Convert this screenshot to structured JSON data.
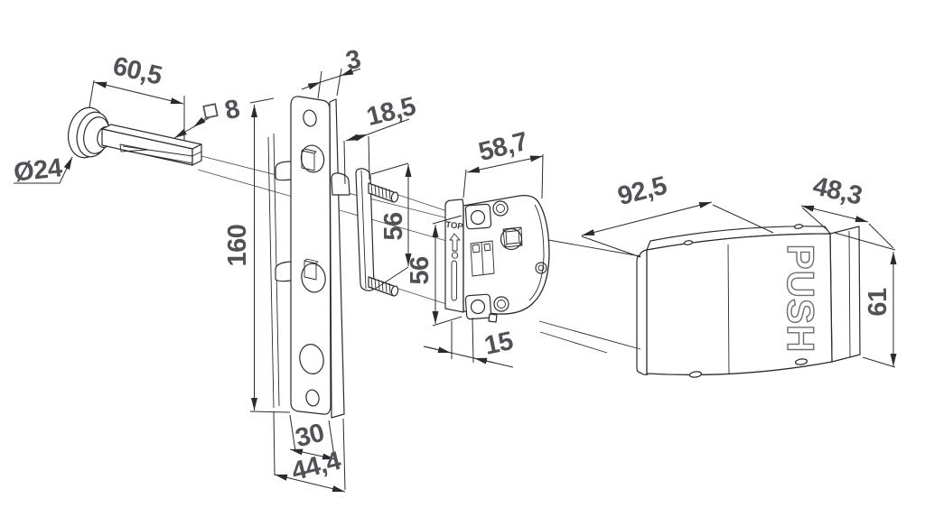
{
  "drawing": {
    "background": "#ffffff",
    "line_color": "#2b2b2d",
    "dim_text_color": "#515257",
    "dims": {
      "rosette_diameter": "Ø24",
      "spindle_length": "60,5",
      "spindle_square": "8",
      "plate_thickness": "3",
      "bracket_offset": "18,5",
      "plate_height": "160",
      "stud_spacing": "56",
      "case_height": "56",
      "case_width": "58,7",
      "case_inset": "15",
      "plate_face_width": "30",
      "plate_total_width": "44,4",
      "pad_width": "92,5",
      "pad_depth": "48,3",
      "pad_height": "61"
    },
    "labels": {
      "pad_text": "PUSH",
      "case_top_marking": "TOP"
    }
  }
}
